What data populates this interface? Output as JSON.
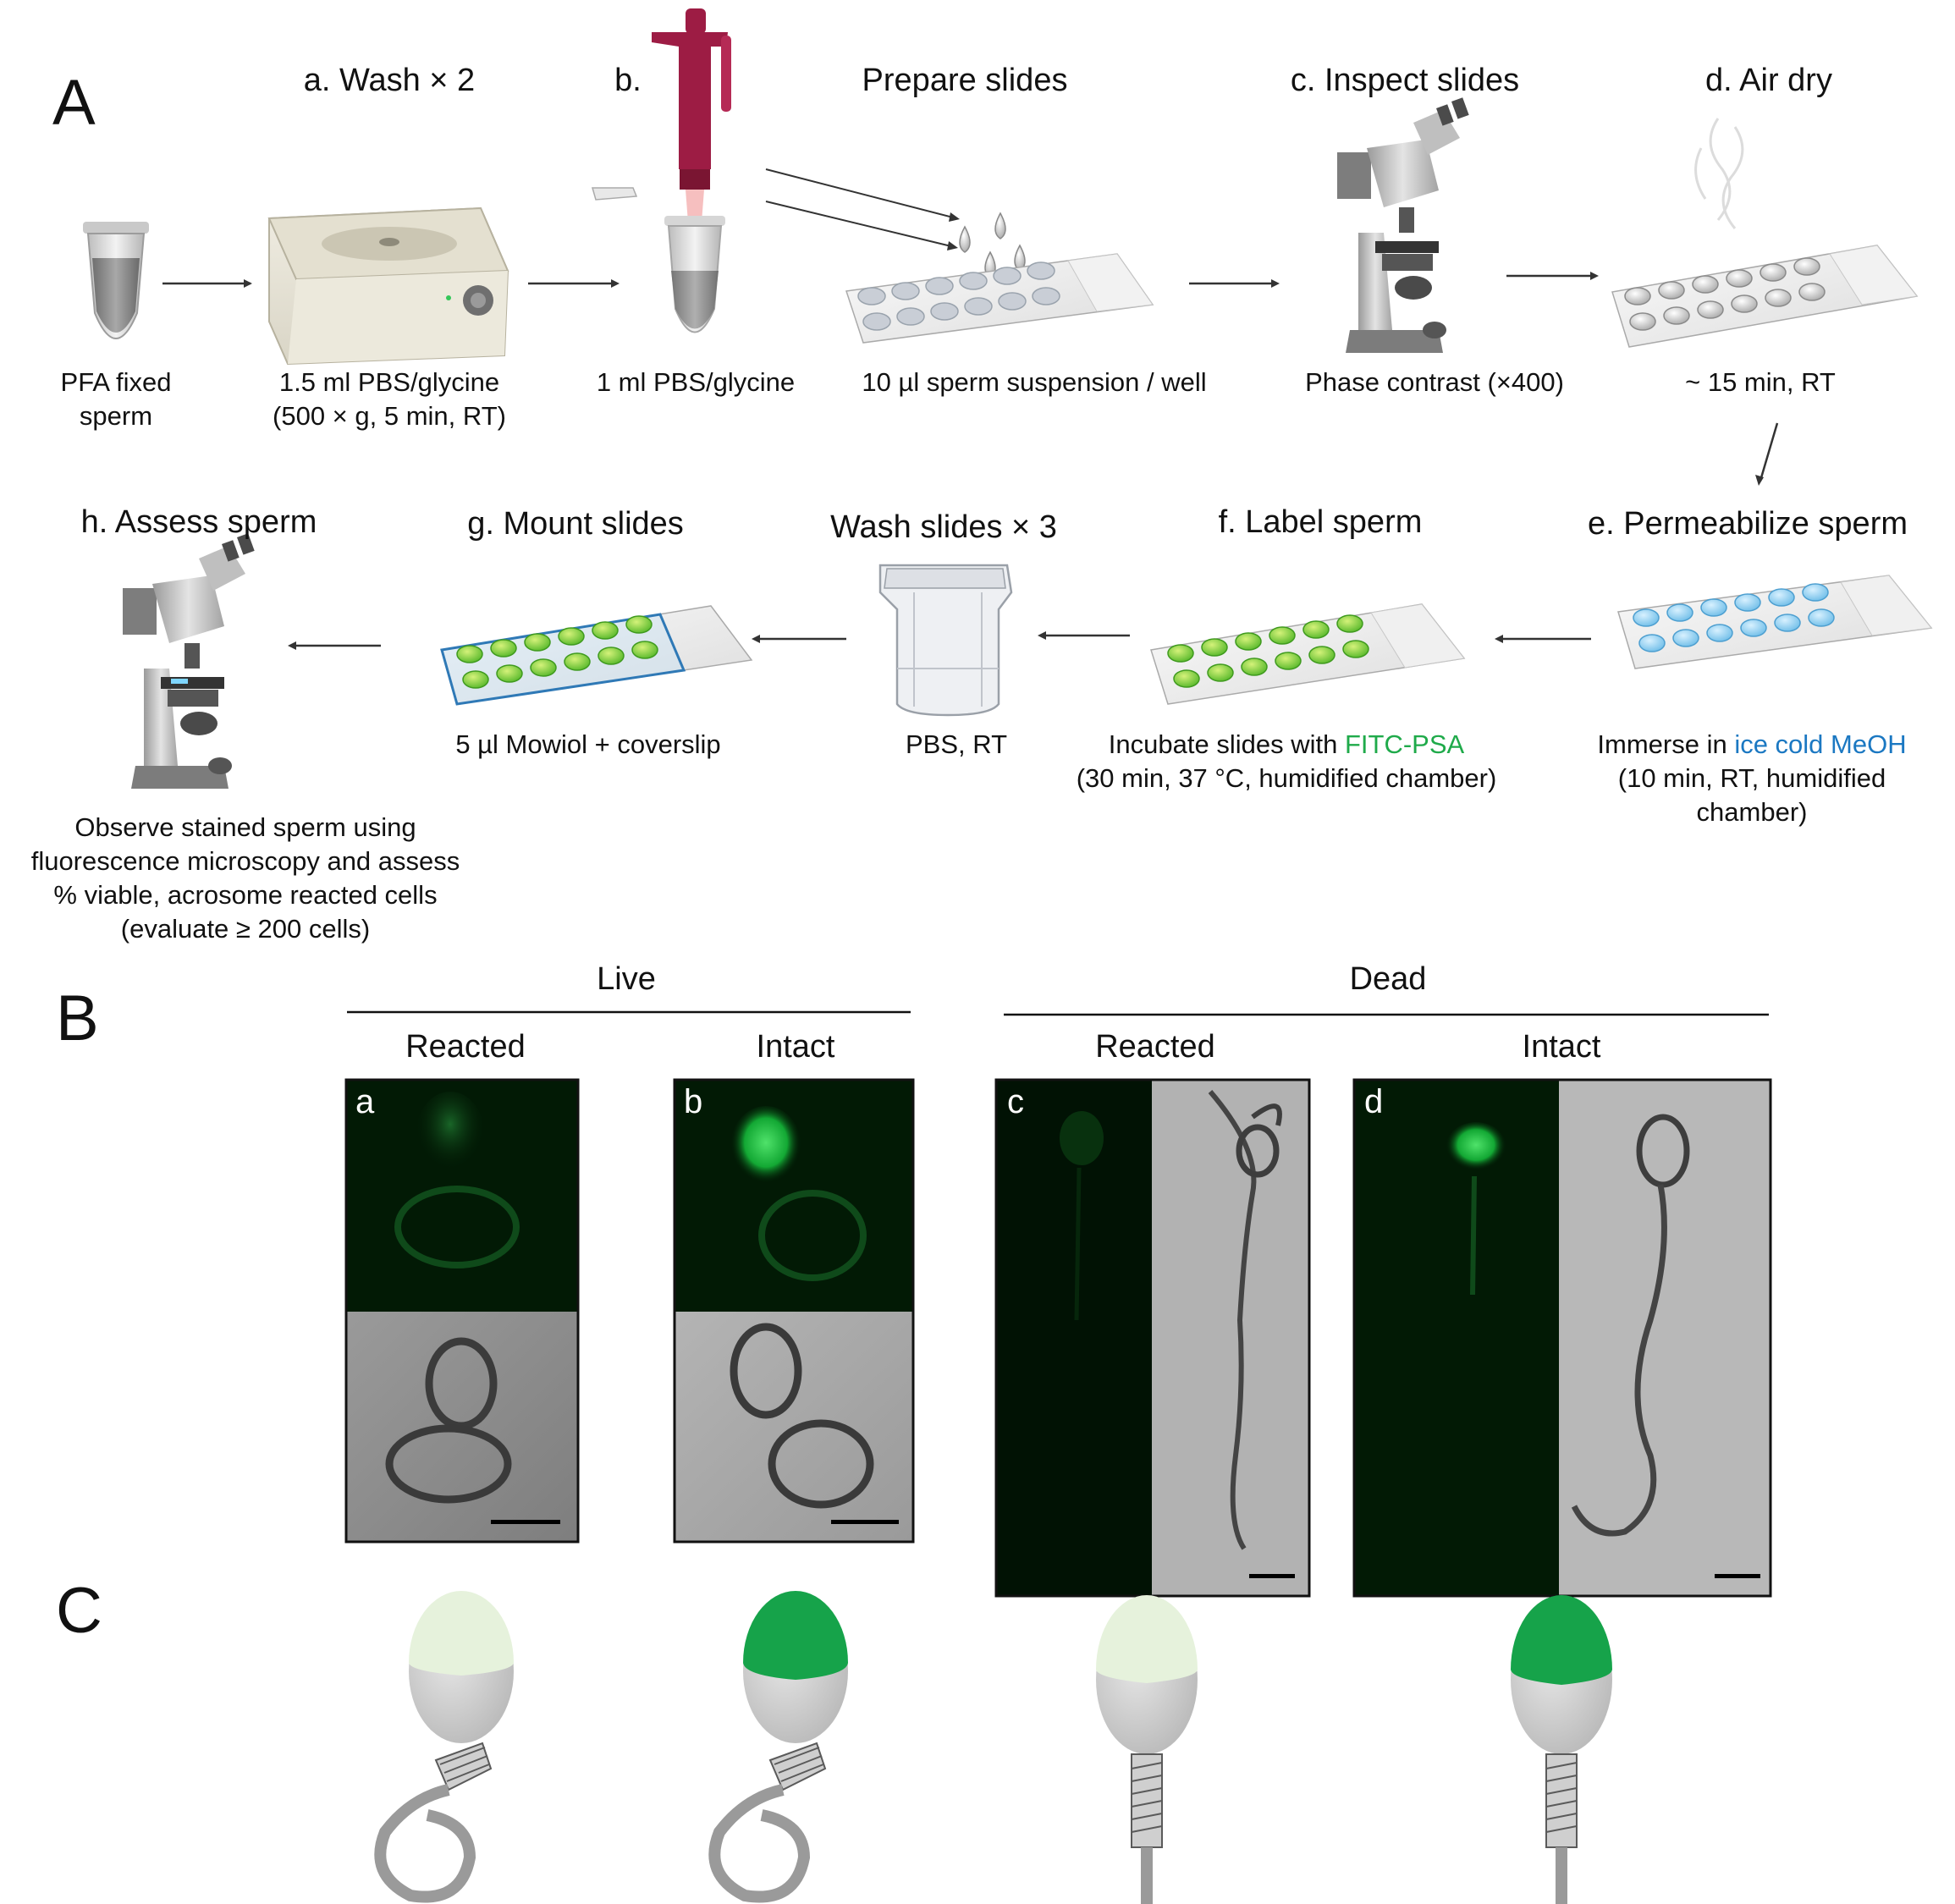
{
  "panels": {
    "a": "A",
    "b": "B",
    "c": "C"
  },
  "workflow": {
    "step_a": "a. Wash × 2",
    "step_b": "b.",
    "prepare": "Prepare slides",
    "step_c": "c. Inspect slides",
    "step_d": "d. Air dry",
    "lab_pfa_1": "PFA fixed",
    "lab_pfa_2": "sperm",
    "lab_wash_1": "1.5 ml PBS/glycine",
    "lab_wash_2": "(500 × g, 5 min, RT)",
    "lab_pbs": "1 ml PBS/glycine",
    "lab_susp": "10 µl sperm suspension / well",
    "lab_phase": "Phase contrast (×400)",
    "lab_dry": "~ 15 min, RT",
    "step_h": "h. Assess sperm",
    "step_g": "g. Mount slides",
    "step_wash3": "Wash slides × 3",
    "step_f": "f. Label sperm",
    "step_e": "e. Permeabilize sperm",
    "lab_mowiol": "5 µl Mowiol + coverslip",
    "lab_pbsrt": "PBS, RT",
    "lab_inc_pre": "Incubate slides with ",
    "lab_inc_hl": "FITC-PSA",
    "lab_inc_2": "(30 min, 37 °C, humidified chamber)",
    "lab_imm_pre": "Immerse in ",
    "lab_imm_hl": "ice cold MeOH",
    "lab_imm_2": "(10 min, RT, humidified",
    "lab_imm_3": "chamber)",
    "lab_obs_1": "Observe stained sperm using",
    "lab_obs_2": "fluorescence microscopy and assess",
    "lab_obs_3": "% viable, acrosome reacted cells",
    "lab_obs_4": "(evaluate ≥ 200 cells)"
  },
  "micrographs": {
    "live": "Live",
    "dead": "Dead",
    "reacted": "Reacted",
    "intact": "Intact",
    "a": "a",
    "b": "b",
    "c": "c",
    "d": "d"
  },
  "colors": {
    "fitc_green": "#1faa4a",
    "meoh_blue": "#1b78c2",
    "acrosome_bright": "#16a34a",
    "acrosome_pale": "#e6f2dc",
    "pipette_red": "#9d1c44",
    "sperm_gray": "#c8c8c8"
  },
  "icons": [
    "tube-icon",
    "centrifuge-icon",
    "pipette-icon",
    "droplets-icon",
    "slide-icon",
    "microscope-icon",
    "steam-icon",
    "staining-jar-icon",
    "arrow-icon"
  ]
}
